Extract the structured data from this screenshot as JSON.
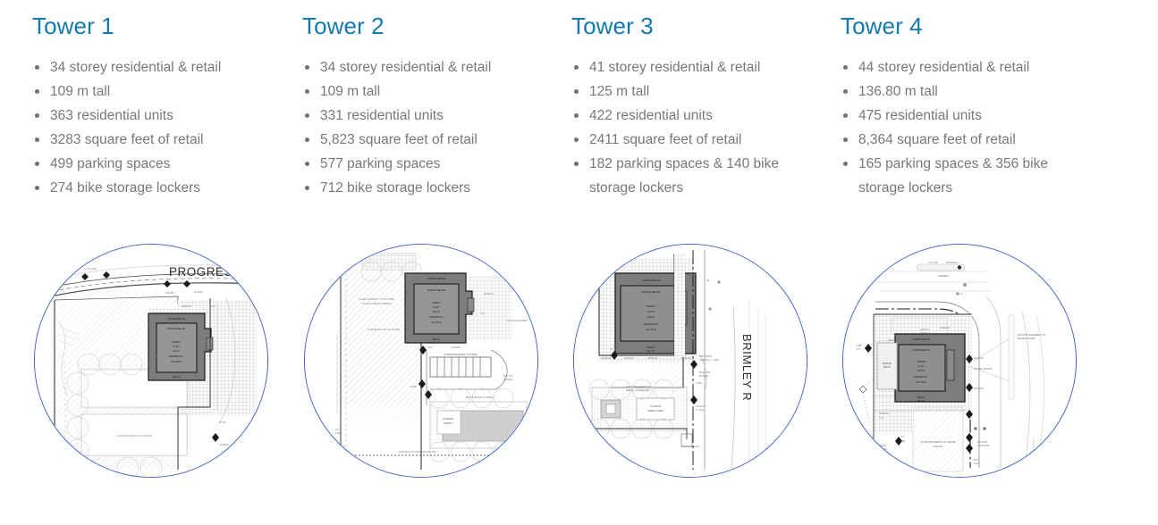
{
  "page": {
    "accent_blue": "#1479ad",
    "circle_border_blue": "#3b62c4",
    "body_text_gray": "#75787c",
    "bullet_gray": "#6f7276",
    "background": "#ffffff"
  },
  "towers": [
    {
      "title": "Tower 1",
      "specs": [
        "34 storey residential & retail",
        "109 m tall",
        "363 residential units",
        "3283 square feet of retail",
        "499 parking spaces",
        "274 bike storage lockers"
      ],
      "site_plan": {
        "name": "tower-1-site-plan",
        "street_label": "PROGRES",
        "street_label_rotated": false
      }
    },
    {
      "title": "Tower 2",
      "specs": [
        "34 storey residential & retail",
        "109 m tall",
        "331 residential units",
        "5,823 square feet of retail",
        "577 parking spaces",
        "712 bike storage lockers"
      ],
      "site_plan": {
        "name": "tower-2-site-plan",
        "street_label": "",
        "street_label_rotated": false
      }
    },
    {
      "title": "Tower 3",
      "specs": [
        "41 storey residential & retail",
        "125 m tall",
        "422 residential units",
        "2411 square feet of retail",
        "182 parking spaces & 140 bike storage lockers"
      ],
      "site_plan": {
        "name": "tower-3-site-plan",
        "street_label": "BRIMLEY R",
        "street_label_rotated": true
      }
    },
    {
      "title": "Tower 4",
      "specs": [
        "44 storey residential & retail",
        "136.80 m tall",
        "475 residential units",
        "8,364 square feet of retail",
        "165 parking spaces & 356 bike storage lockers"
      ],
      "site_plan": {
        "name": "tower-4-site-plan",
        "street_label": "",
        "street_label_rotated": false
      }
    }
  ]
}
